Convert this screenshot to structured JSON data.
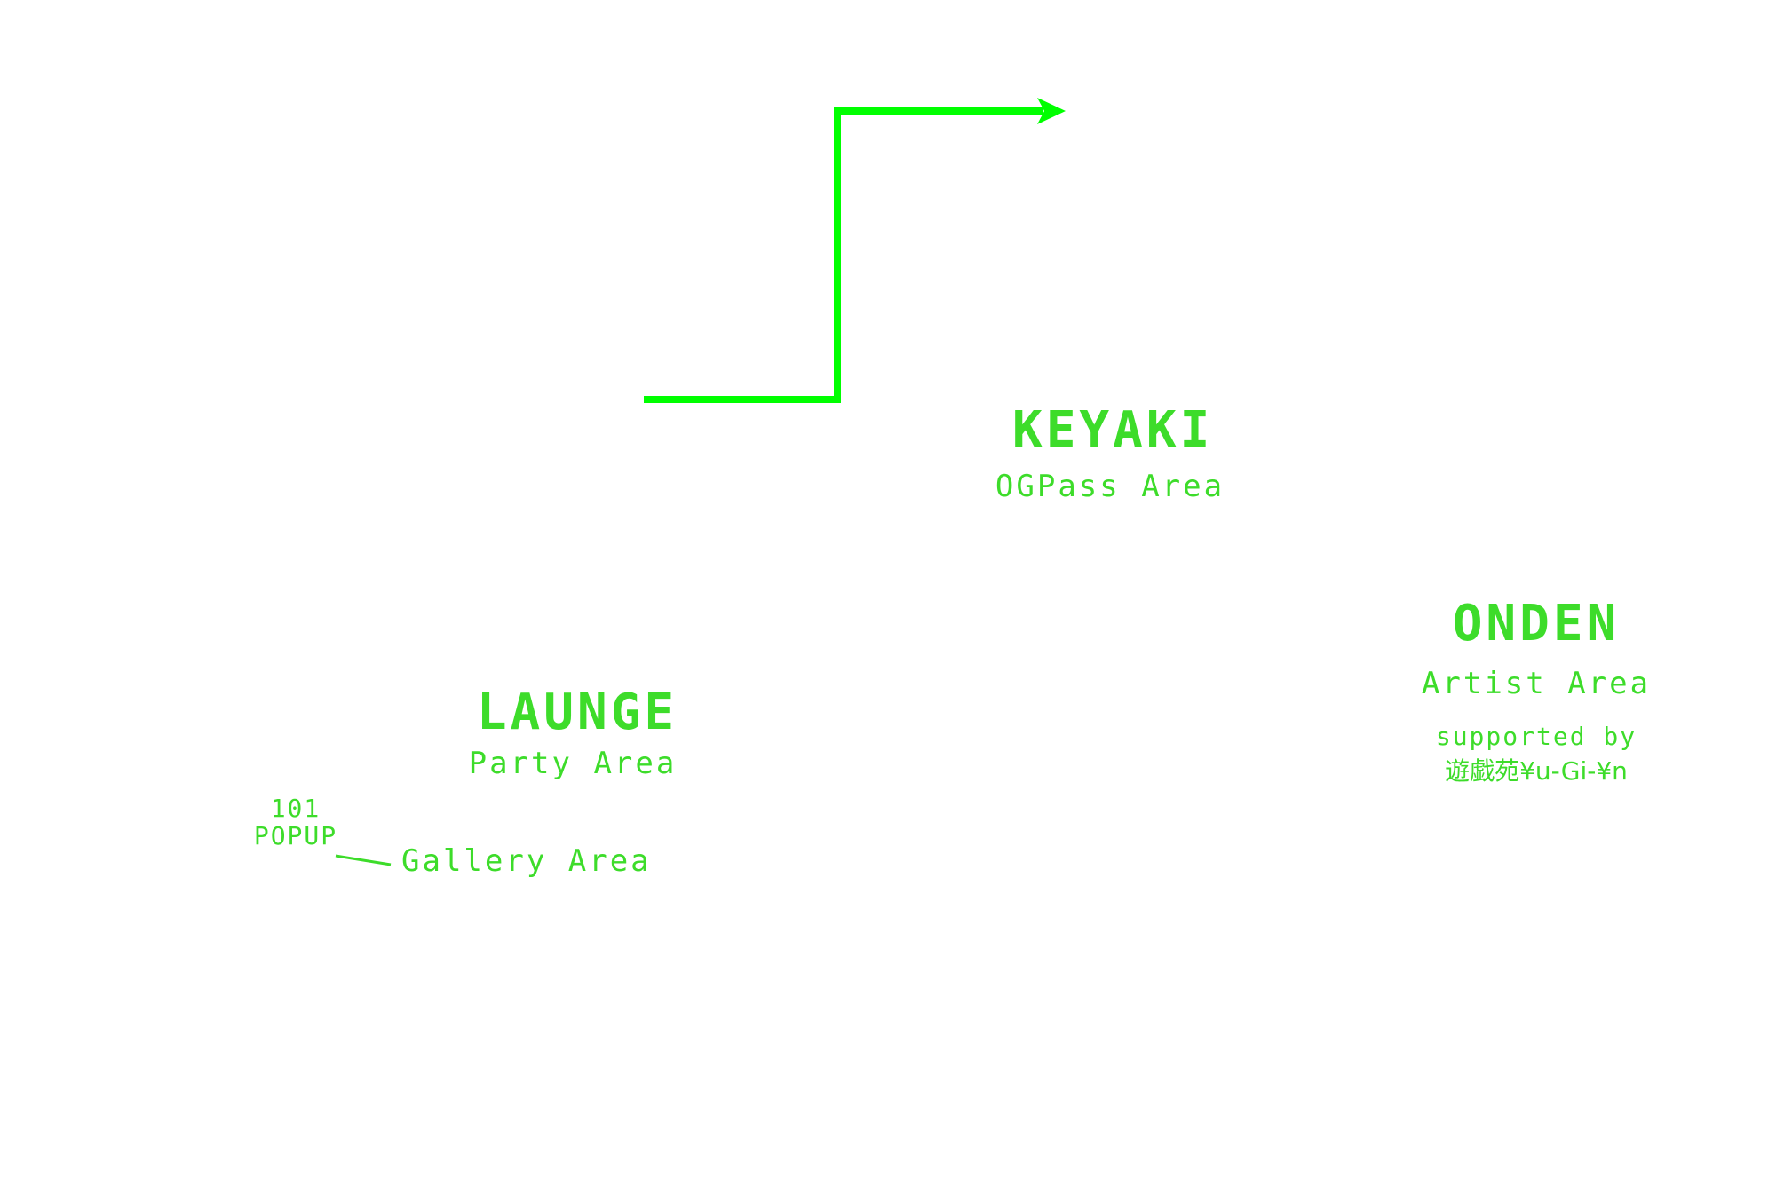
{
  "colors": {
    "route": "#00ff00",
    "text": "#3ddc2a",
    "background": "#ffffff"
  },
  "areas": {
    "keyaki": {
      "name": "KEYAKI",
      "subtitle": "OGPass Area"
    },
    "onden": {
      "name": "ONDEN",
      "subtitle": "Artist Area",
      "sponsor_line1": "supported by",
      "sponsor_line2": "遊戯苑¥u-Gi-¥n"
    },
    "launge": {
      "name": "LAUNGE",
      "subtitle": "Party Area"
    },
    "popup": {
      "line1": "101",
      "line2": "POPUP",
      "callout": "Gallery Area"
    }
  }
}
